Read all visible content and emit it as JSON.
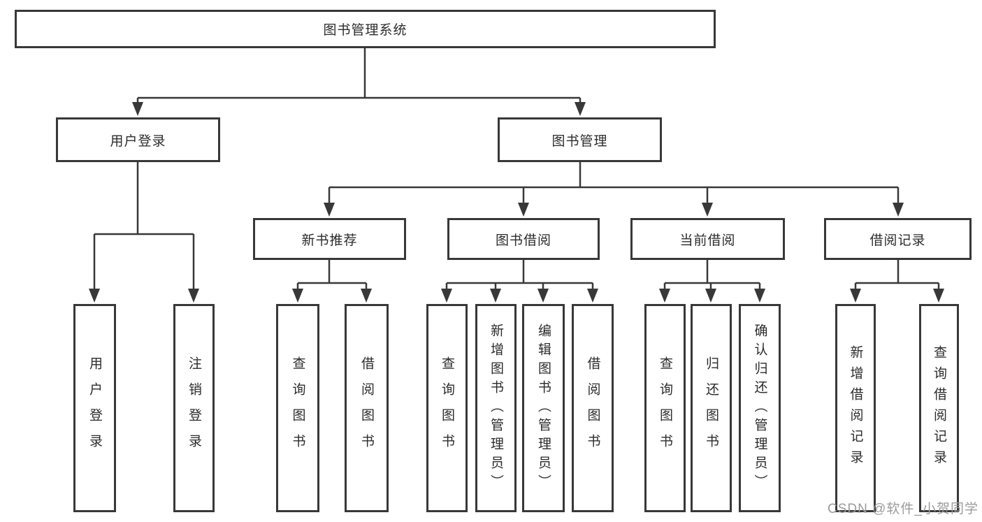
{
  "colors": {
    "line": "#383838",
    "box_border": "#383838",
    "box_background": "#ffffff",
    "text": "#2b2b2b",
    "watermark": "#9b9b9b",
    "page_background": "#ffffff"
  },
  "watermark": "CSDN @软件_小贺同学",
  "tree": {
    "label": "图书管理系统",
    "children": [
      {
        "label": "用户登录",
        "children": [
          {
            "label": "用户登录"
          },
          {
            "label": "注销登录"
          }
        ]
      },
      {
        "label": "图书管理",
        "children": [
          {
            "label": "新书推荐",
            "children": [
              {
                "label": "查询图书"
              },
              {
                "label": "借阅图书"
              }
            ]
          },
          {
            "label": "图书借阅",
            "children": [
              {
                "label": "查询图书"
              },
              {
                "label": "新增图书（管理员）"
              },
              {
                "label": "编辑图书（管理员）"
              },
              {
                "label": "借阅图书"
              }
            ]
          },
          {
            "label": "当前借阅",
            "children": [
              {
                "label": "查询图书"
              },
              {
                "label": "归还图书"
              },
              {
                "label": "确认归还（管理员）"
              }
            ]
          },
          {
            "label": "借阅记录",
            "children": [
              {
                "label": "新增借阅记录"
              },
              {
                "label": "查询借阅记录"
              }
            ]
          }
        ]
      }
    ]
  }
}
